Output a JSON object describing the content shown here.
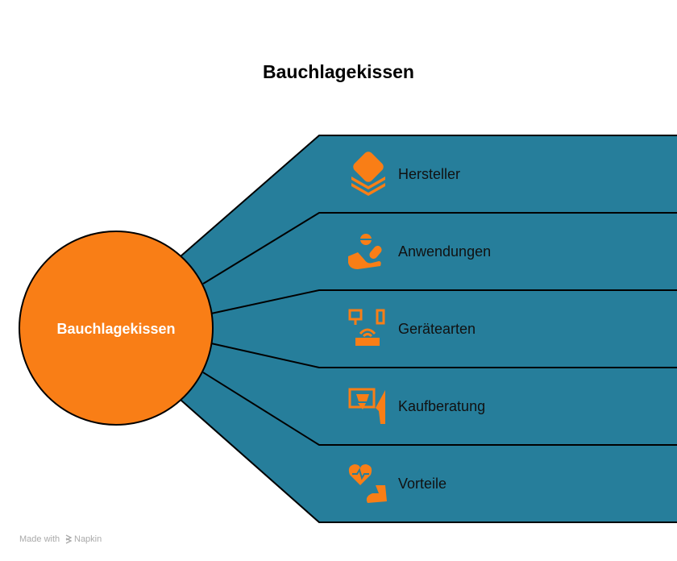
{
  "title": "Bauchlagekissen",
  "center": {
    "label": "Bauchlagekissen"
  },
  "branches": [
    {
      "label": "Hersteller",
      "icon": "layers-icon"
    },
    {
      "label": "Anwendungen",
      "icon": "hand-with-pills-icon"
    },
    {
      "label": "Gerätearten",
      "icon": "devices-router-icon"
    },
    {
      "label": "Kaufberatung",
      "icon": "shopping-advice-icon"
    },
    {
      "label": "Vorteile",
      "icon": "heart-strength-icon"
    }
  ],
  "footer": {
    "made_with": "Made with",
    "brand": "Napkin"
  },
  "colors": {
    "teal": "#267E9B",
    "orange": "#F97E16"
  }
}
